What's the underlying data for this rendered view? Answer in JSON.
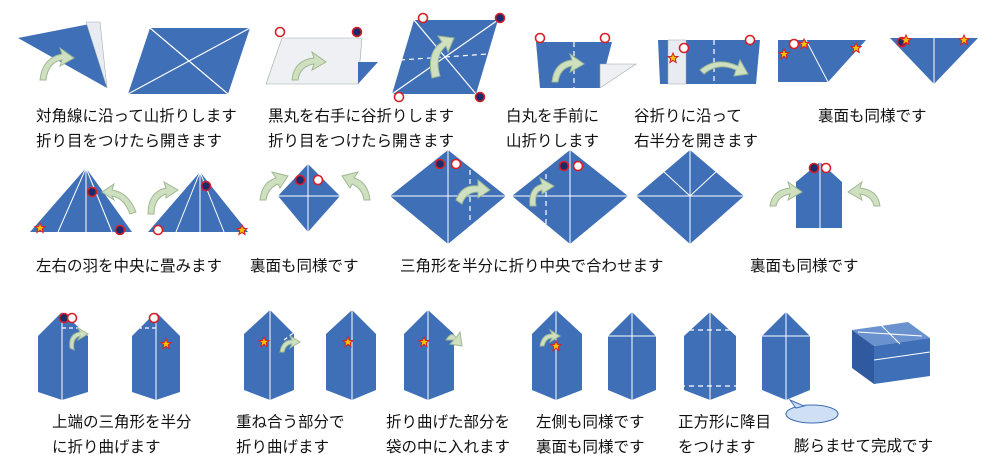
{
  "colors": {
    "paper": "#3f6fb7",
    "paper_back": "#ffffff",
    "fold_line": "#ffffff",
    "arrow": "#cfe0c0",
    "arrow_edge": "#9fb892",
    "dot_red": "#d81f26",
    "dot_navy": "#1b2a6b",
    "star": "#f2c300",
    "bubble": "#cfe0f5"
  },
  "icons": [
    "fold-arrow-icon",
    "white-dot-icon",
    "black-dot-icon",
    "star-icon",
    "speech-bubble-icon"
  ],
  "steps": [
    {
      "lines": [
        "対角線に沿って山折りします",
        "折り目をつけたら開きます"
      ]
    },
    {
      "lines": [
        "黒丸を右手に谷折りします",
        "折り目をつけたら開きます"
      ]
    },
    {
      "lines": [
        "白丸を手前に",
        "山折りします"
      ]
    },
    {
      "lines": [
        "谷折りに沿って",
        "右半分を開きます"
      ]
    },
    {
      "lines": [
        "裏面も同様です"
      ]
    },
    {
      "lines": [
        "左右の羽を中央に畳みます"
      ]
    },
    {
      "lines": [
        "裏面も同様です"
      ]
    },
    {
      "lines": [
        "三角形を半分に折り中央で合わせます"
      ]
    },
    {
      "lines": [
        "裏面も同様です"
      ]
    },
    {
      "lines": [
        "上端の三角形を半分",
        "に折り曲げます"
      ]
    },
    {
      "lines": [
        "重ね合う部分で",
        "折り曲げます"
      ]
    },
    {
      "lines": [
        "折り曲げた部分を",
        "袋の中に入れます"
      ]
    },
    {
      "lines": [
        "左側も同様です",
        "裏面も同様です"
      ]
    },
    {
      "lines": [
        "正方形に降目",
        "をつけます"
      ]
    },
    {
      "lines": [
        "膨らませて完成です"
      ]
    }
  ]
}
